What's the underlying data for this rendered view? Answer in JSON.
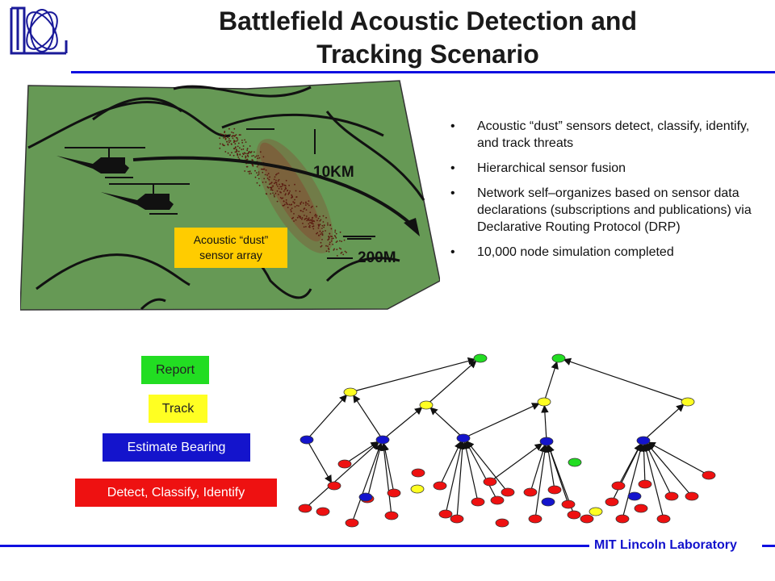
{
  "header": {
    "title_line1": "Battlefield Acoustic Detection and",
    "title_line2": "Tracking Scenario"
  },
  "scene": {
    "array_label_line1": "Acoustic “dust”",
    "array_label_line2": "sensor array",
    "distance_long": "10KM",
    "distance_short": "200M",
    "terrain_color": "#669955",
    "dust_color": "#8b3a2a",
    "icons": [
      "helicopter-icon",
      "helicopter-icon"
    ]
  },
  "bullets": [
    "Acoustic “dust” sensors detect, classify, identify, and track threats",
    "Hierarchical sensor fusion",
    "Network self–organizes based on sensor data declarations (subscriptions and publications) via Declarative Routing Protocol (DRP)",
    "10,000 node simulation completed"
  ],
  "legend": {
    "report": "Report",
    "track": "Track",
    "bearing": "Estimate Bearing",
    "detect": "Detect, Classify, Identify"
  },
  "colors": {
    "accent": "#1010e0",
    "report": "#22dd22",
    "track": "#ffff22",
    "bearing": "#1414cc",
    "detect": "#ee1111"
  },
  "footer": {
    "lab": "MIT Lincoln Laboratory"
  }
}
